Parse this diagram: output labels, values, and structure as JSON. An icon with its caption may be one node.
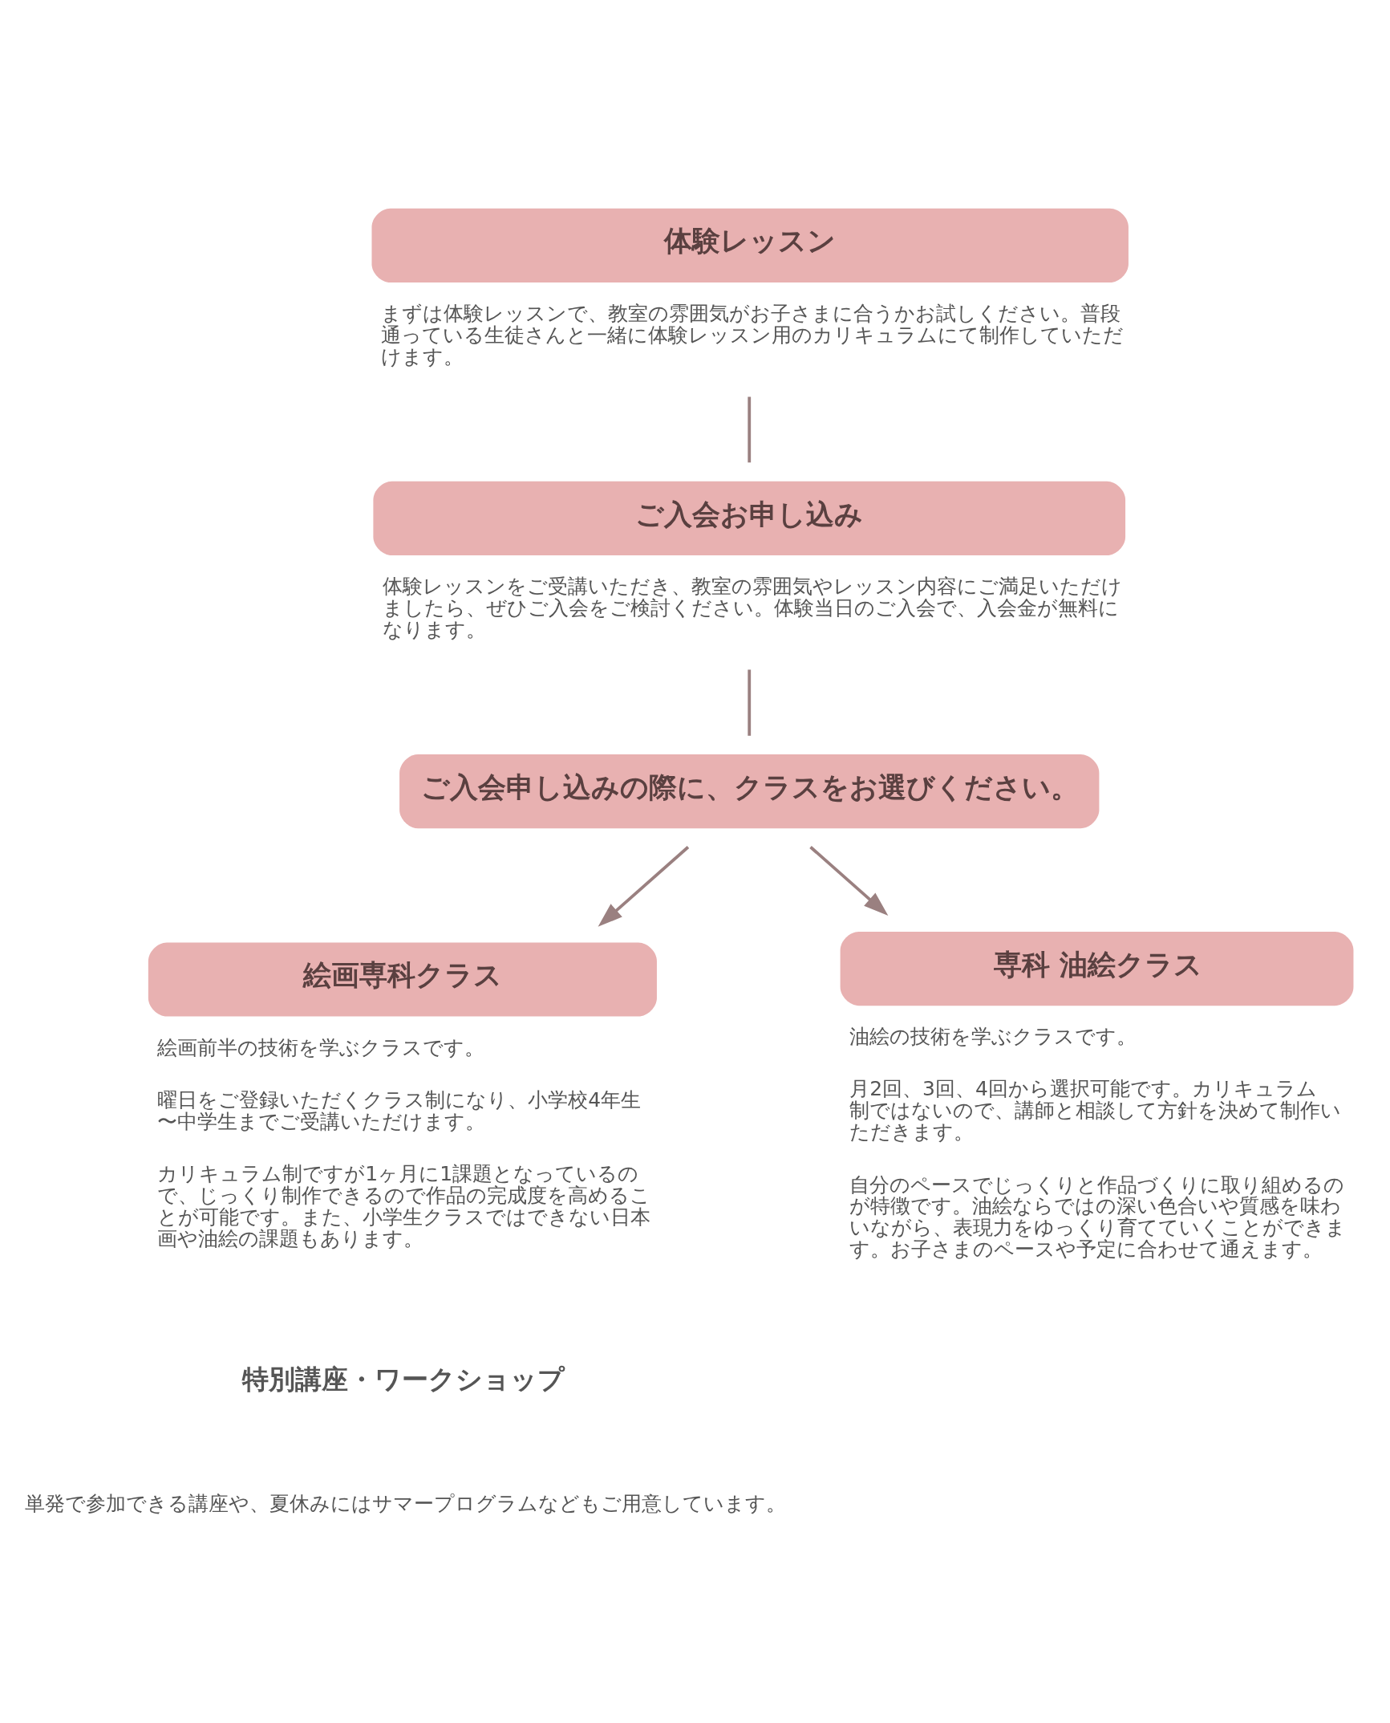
{
  "diagram": {
    "nodes": [
      {
        "text": [
          "体験レッスン"
        ],
        "beside": [
          "まずは体験レッスンで、教室の雰囲気がお子さまに合うかお試しください。普段通っている生徒さんと一緒に体験レッスン用のカリキュラムにて制作していただけます。"
        ]
      },
      {
        "text": [
          "ご入会お申し込み"
        ],
        "beside": [
          "体験レッスンをご受講いただき、教室の雰囲気やレッスン内容にご満足いただけましたら、ぜひご入会をご検討ください。体験当日のご入会で、入会金が無料になります。"
        ]
      },
      {
        "text": [
          "ご入会申し込みの際に、クラスをお選びください。"
        ]
      },
      {
        "text": [
          "絵画専科クラス"
        ],
        "beside": [
          "絵画前半の技術を学ぶクラスです。",
          "曜日をご登録いただくクラス制になり、小学校4年生〜中学生までご受講いただけます。",
          "カリキュラム制ですが1ヶ月に1課題となっているので、じっくり制作できるので作品の完成度を高めることが可能です。また、小学生クラスではできない日本画や油絵の課題もあります。"
        ]
      },
      {
        "text": [
          "専科 油絵クラス"
        ],
        "beside": [
          "油絵の技術を学ぶクラスです。",
          "月2回、3回、4回から選択可能です。カリキュラム制ではないので、講師と相談して方針を決めて制作いただきます。",
          "自分のペースでじっくりと作品づくりに取り組めるのが特徴です。油絵ならではの深い色合いや質感を味わいながら、表現力をゆっくり育てていくことができます。お子さまのペースや予定に合わせて通えます。"
        ]
      }
    ],
    "edges": [
      {
        "from": 0,
        "to": 1,
        "arrow": "none"
      },
      {
        "from": 1,
        "to": 2,
        "arrow": "none"
      },
      {
        "from": 2,
        "to": 3,
        "arrow": "to"
      },
      {
        "from": 2,
        "to": 4,
        "arrow": "to"
      }
    ],
    "labels": [
      "特別講座・ワークショップ",
      "単発で参加できる講座や、夏休みにはサマープログラムなどもご用意しています。"
    ]
  }
}
